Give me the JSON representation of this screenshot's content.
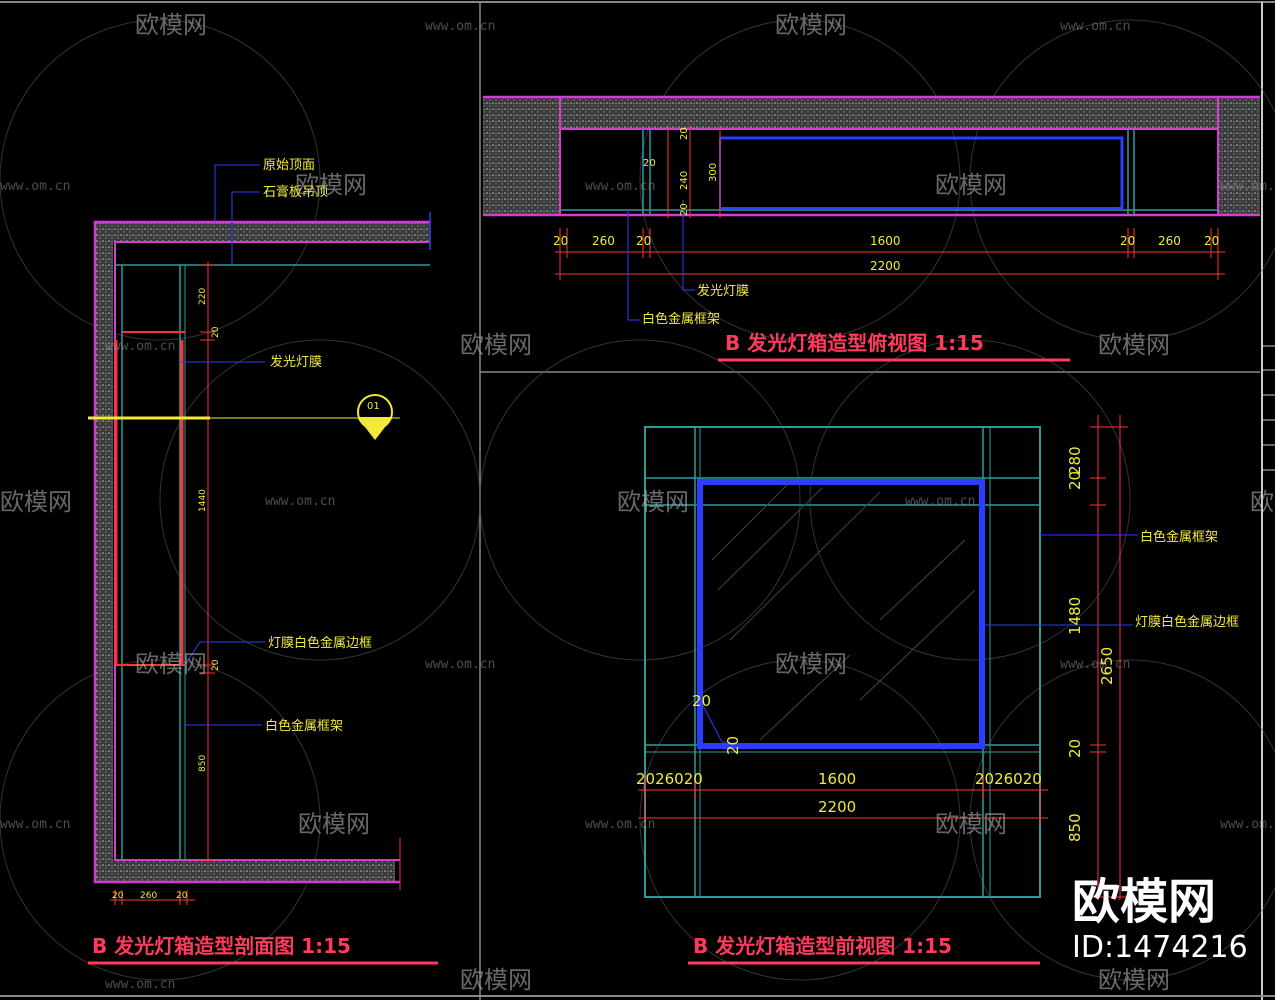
{
  "section_view": {
    "title": "B  发光灯箱造型剖面图  1:15",
    "notes": [
      "原始顶面",
      "石膏板吊顶",
      "发光灯膜",
      "灯膜白色金属边框",
      "白色金属框架"
    ],
    "dims": [
      "20",
      "260",
      "20",
      "220",
      "20",
      "1440",
      "20",
      "850"
    ],
    "marker": "01"
  },
  "top_view": {
    "title": "B  发光灯箱造型俯视图  1:15",
    "notes": [
      "发光灯膜",
      "白色金属框架"
    ],
    "dims_h": [
      "20",
      "260",
      "20",
      "1600",
      "20",
      "260",
      "20"
    ],
    "total": "2200",
    "dims_v": [
      "20",
      "20",
      "240",
      "20",
      "300"
    ]
  },
  "front_view": {
    "title": "B  发光灯箱造型前视图  1:15",
    "notes": [
      "白色金属框架",
      "灯膜白色金属边框"
    ],
    "dims_left": "2026020",
    "dims_mid": "1600",
    "dims_right": "2026020",
    "total": "2200",
    "dims_v": [
      "20",
      "280",
      "1480",
      "20",
      "850"
    ],
    "overall_h": "2650",
    "inner": [
      "20",
      "20"
    ]
  },
  "watermark": {
    "brand": "欧模网",
    "url": "www.om.cn",
    "id": "ID:1474216"
  },
  "colors": {
    "wall": "#d63ad6",
    "dim": "#ff3333",
    "yellow": "#f2ea3a",
    "blue": "#2b3dff",
    "teal": "#2a9c9c",
    "gray": "#9a9a9a",
    "panel": "#1a1a1a"
  }
}
